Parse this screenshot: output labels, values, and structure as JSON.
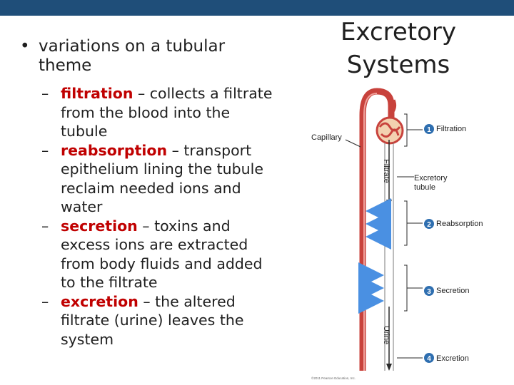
{
  "slide": {
    "title": "Excretory Systems",
    "main_bullet": "variations on a tubular theme",
    "sub_bullets": [
      {
        "term": "filtration",
        "rest": " – collects a filtrate from the blood into the tubule"
      },
      {
        "term": "reabsorption",
        "rest": " – transport epithelium lining the tubule reclaim needed ions and water"
      },
      {
        "term": "secretion",
        "rest": " – toxins and excess ions are extracted from body fluids and added to the filtrate"
      },
      {
        "term": "excretion",
        "rest": " – the altered filtrate (urine) leaves the system"
      }
    ]
  },
  "diagram": {
    "capillary_label": "Capillary",
    "filtrate_label": "Filtrate",
    "urine_label": "Urine",
    "tubule_label_line1": "Excretory",
    "tubule_label_line2": "tubule",
    "steps": [
      {
        "number": "1",
        "label": "Filtration"
      },
      {
        "number": "2",
        "label": "Reabsorption"
      },
      {
        "number": "3",
        "label": "Secretion"
      },
      {
        "number": "4",
        "label": "Excretion"
      }
    ],
    "copyright": "©2011 Pearson Education, Inc."
  },
  "colors": {
    "topbar": "#1f4e79",
    "term_red": "#c00000",
    "capillary_red": "#c8423c",
    "arrow_blue": "#4a90e2",
    "step_circle": "#2f6fb0"
  }
}
